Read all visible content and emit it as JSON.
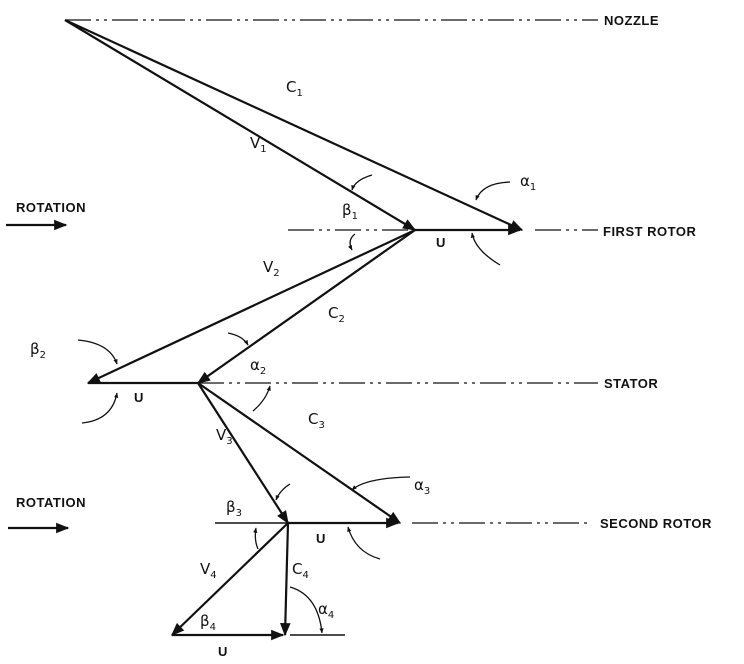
{
  "planes": {
    "nozzle": "NOZZLE",
    "first_rotor": "FIRST ROTOR",
    "stator": "STATOR",
    "second_rotor": "SECOND ROTOR"
  },
  "rotation": [
    "ROTATION",
    "ROTATION"
  ],
  "vectors": {
    "c1": "C",
    "c1s": "1",
    "v1": "V",
    "v1s": "1",
    "v2": "V",
    "v2s": "2",
    "c2": "C",
    "c2s": "2",
    "v3": "V",
    "v3s": "3",
    "c3": "C",
    "c3s": "3",
    "v4": "V",
    "v4s": "4",
    "c4": "C",
    "c4s": "4",
    "u": [
      "U",
      "U",
      "U",
      "U"
    ]
  },
  "angles": {
    "b1": "β",
    "b1s": "1",
    "a1": "α",
    "a1s": "1",
    "b2": "β",
    "b2s": "2",
    "a2": "α",
    "a2s": "2",
    "b3": "β",
    "b3s": "3",
    "a3": "α",
    "a3s": "3",
    "b4": "β",
    "b4s": "4",
    "a4": "α",
    "a4s": "4"
  }
}
